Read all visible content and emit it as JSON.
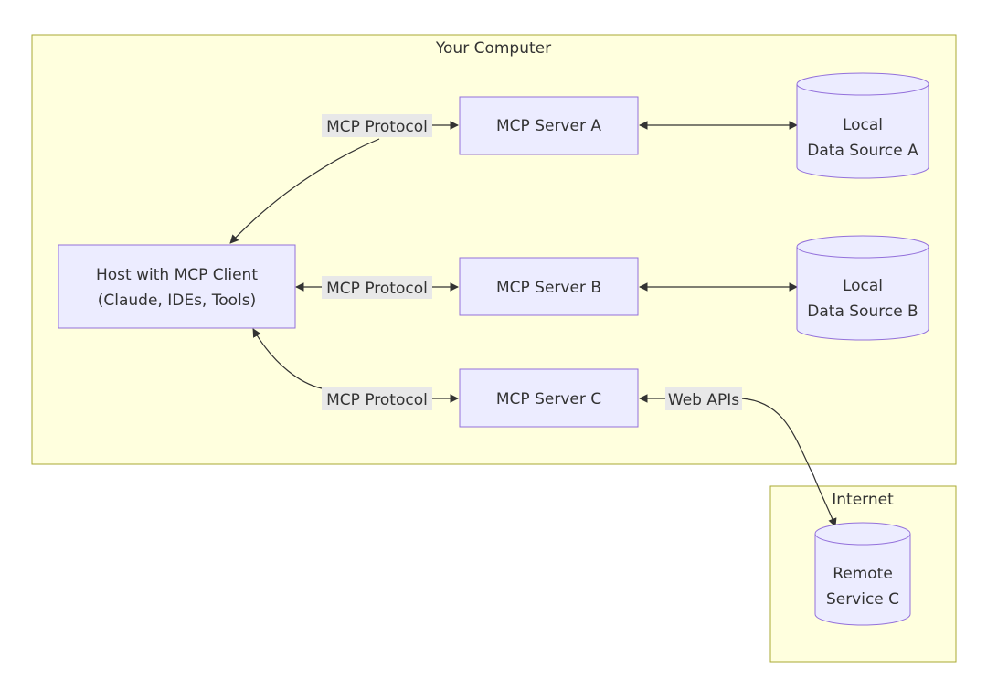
{
  "groups": {
    "computer": {
      "title": "Your Computer"
    },
    "internet": {
      "title": "Internet"
    }
  },
  "nodes": {
    "host": {
      "line1": "Host with MCP Client",
      "line2": "(Claude, IDEs, Tools)"
    },
    "server_a": {
      "label": "MCP Server A"
    },
    "server_b": {
      "label": "MCP Server B"
    },
    "server_c": {
      "label": "MCP Server C"
    },
    "data_a": {
      "line1": "Local",
      "line2": "Data Source A"
    },
    "data_b": {
      "line1": "Local",
      "line2": "Data Source B"
    },
    "remote_c": {
      "line1": "Remote",
      "line2": "Service C"
    }
  },
  "edges": {
    "host_a": {
      "label": "MCP Protocol"
    },
    "host_b": {
      "label": "MCP Protocol"
    },
    "host_c": {
      "label": "MCP Protocol"
    },
    "c_remote": {
      "label": "Web APIs"
    }
  },
  "colors": {
    "group_fill": "#ffffde",
    "group_stroke": "#aaaa33",
    "node_fill": "#ececff",
    "node_stroke": "#9370db",
    "edge": "#333333",
    "label_bg": "#e8e8e8"
  }
}
